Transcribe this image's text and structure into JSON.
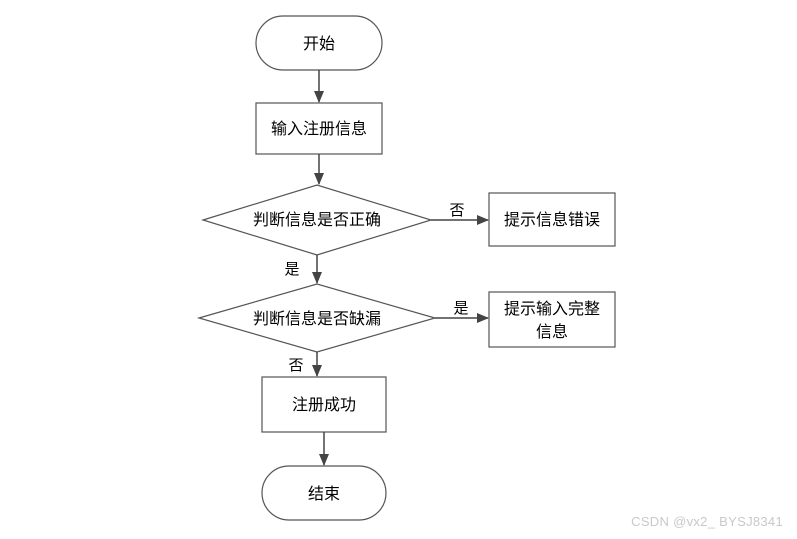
{
  "diagram": {
    "nodes": {
      "start": "开始",
      "input": "输入注册信息",
      "check_correct": "判断信息是否正确",
      "error_tip": "提示信息错误",
      "check_missing": "判断信息是否缺漏",
      "complete_tip_line1": "提示输入完整",
      "complete_tip_line2": "信息",
      "success": "注册成功",
      "end": "结束"
    },
    "edge_labels": {
      "correct_no": "否",
      "correct_yes": "是",
      "missing_yes": "是",
      "missing_no": "否"
    }
  },
  "watermark": "CSDN @vx2_ BYSJ8341"
}
